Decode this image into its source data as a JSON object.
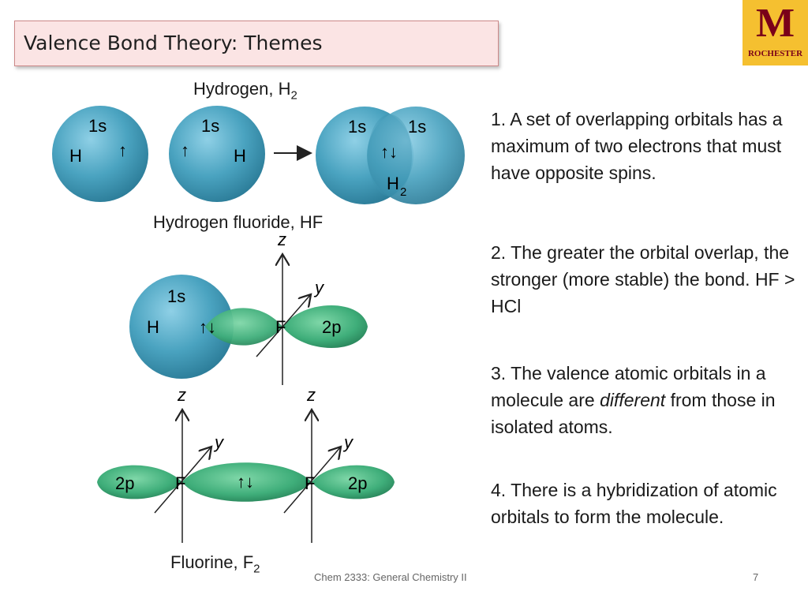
{
  "slide": {
    "title": "Valence Bond Theory: Themes",
    "logo_text": "ROCHESTER",
    "footer_course": "Chem 2333: General Chemistry II",
    "page_number": "7"
  },
  "diagram": {
    "h2_label": "Hydrogen, H",
    "h2_label_sub": "2",
    "hf_label": "Hydrogen fluoride, HF",
    "f2_label": "Fluorine, F",
    "f2_label_sub": "2",
    "orbital_1s": "1s",
    "orbital_2p": "2p",
    "atom_H": "H",
    "atom_F": "F",
    "molecule_H2": "H",
    "molecule_H2_sub": "2",
    "axis_z": "z",
    "axis_y": "y",
    "spin_up": "↑",
    "spin_pair": "↑↓"
  },
  "points": [
    {
      "text": "1. A set of overlapping orbitals has a maximum of two electrons that must have opposite spins."
    },
    {
      "text": "2. The greater the orbital overlap, the stronger (more stable) the bond. HF > HCl"
    },
    {
      "pre": "3. The valence atomic orbitals in a molecule are ",
      "em": "different",
      "post": " from those in isolated atoms."
    },
    {
      "text": "4. There is a hybridization of atomic orbitals to form the molecule."
    }
  ],
  "colors": {
    "title_bg": "#fbe4e4",
    "s_orbital": "#4aa3c0",
    "p_orbital": "#3fae7a",
    "logo_bg": "#f5c030",
    "logo_fg": "#7a0019"
  }
}
